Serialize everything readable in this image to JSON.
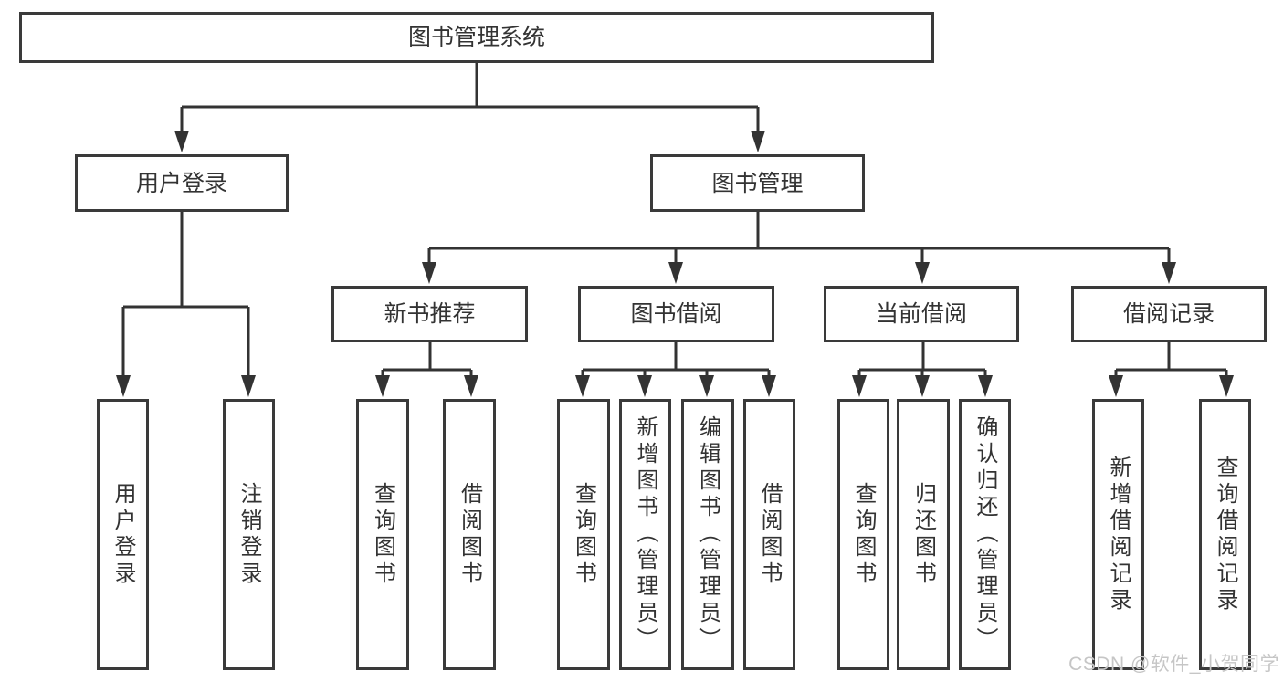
{
  "colors": {
    "line": "#333333",
    "text": "#333333",
    "background": "#ffffff",
    "watermark": "#c6c6c6"
  },
  "watermark": {
    "text": "CSDN @软件_小贺同学"
  },
  "tree": {
    "root": {
      "label": "图书管理系统"
    },
    "branches": [
      {
        "label": "用户登录",
        "children": [
          {
            "label": "用户登录"
          },
          {
            "label": "注销登录"
          }
        ]
      },
      {
        "label": "图书管理",
        "children": [
          {
            "label": "新书推荐",
            "children": [
              {
                "label": "查询图书"
              },
              {
                "label": "借阅图书"
              }
            ]
          },
          {
            "label": "图书借阅",
            "children": [
              {
                "label": "查询图书"
              },
              {
                "label": "新增图书（管理员）"
              },
              {
                "label": "编辑图书（管理员）"
              },
              {
                "label": "借阅图书"
              }
            ]
          },
          {
            "label": "当前借阅",
            "children": [
              {
                "label": "查询图书"
              },
              {
                "label": "归还图书"
              },
              {
                "label": "确认归还（管理员）"
              }
            ]
          },
          {
            "label": "借阅记录",
            "children": [
              {
                "label": "新增借阅记录"
              },
              {
                "label": "查询借阅记录"
              }
            ]
          }
        ]
      }
    ]
  }
}
